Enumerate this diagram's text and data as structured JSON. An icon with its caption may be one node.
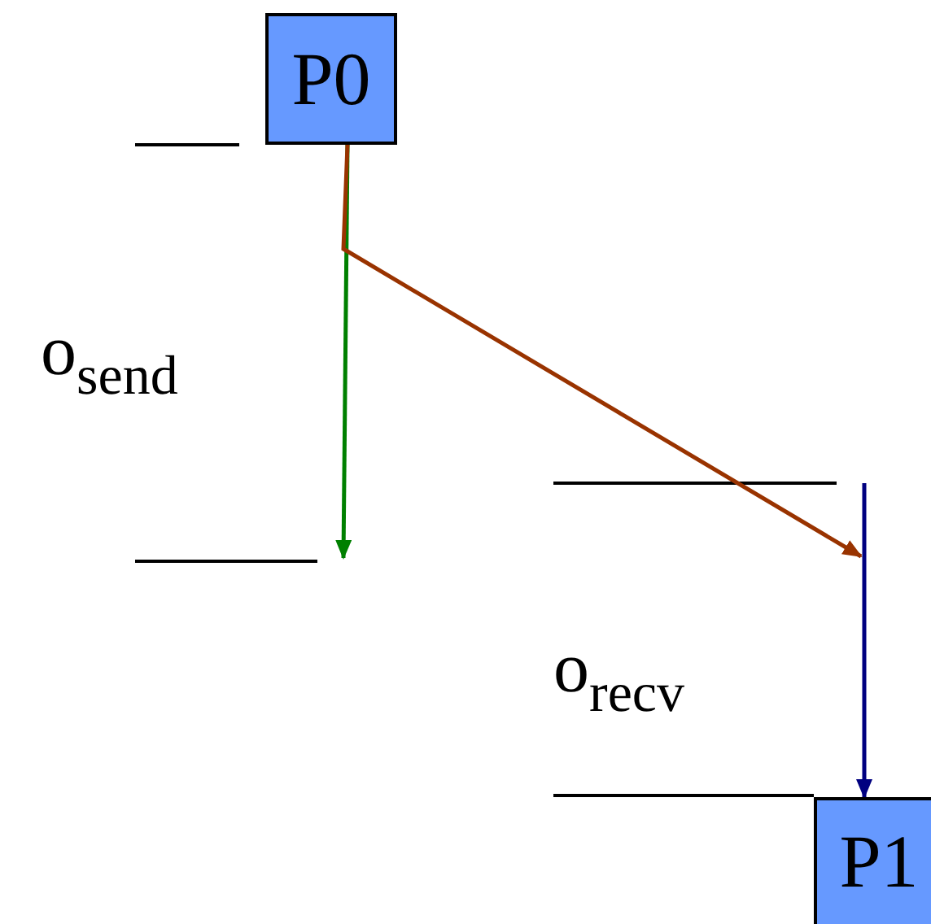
{
  "diagram": {
    "nodes": [
      {
        "text": [
          "P0"
        ]
      },
      {
        "text": [
          "P1"
        ]
      }
    ],
    "edges": [
      {
        "from": 0,
        "to": null,
        "arrow": "to",
        "color": "#008000"
      },
      {
        "from": 0,
        "to": null,
        "arrow": "to",
        "color": "#993300"
      },
      {
        "from": null,
        "to": 1,
        "arrow": "to",
        "color": "#000080"
      }
    ],
    "labels": [
      "o$_{send}$",
      "o$_{recv}$"
    ]
  }
}
